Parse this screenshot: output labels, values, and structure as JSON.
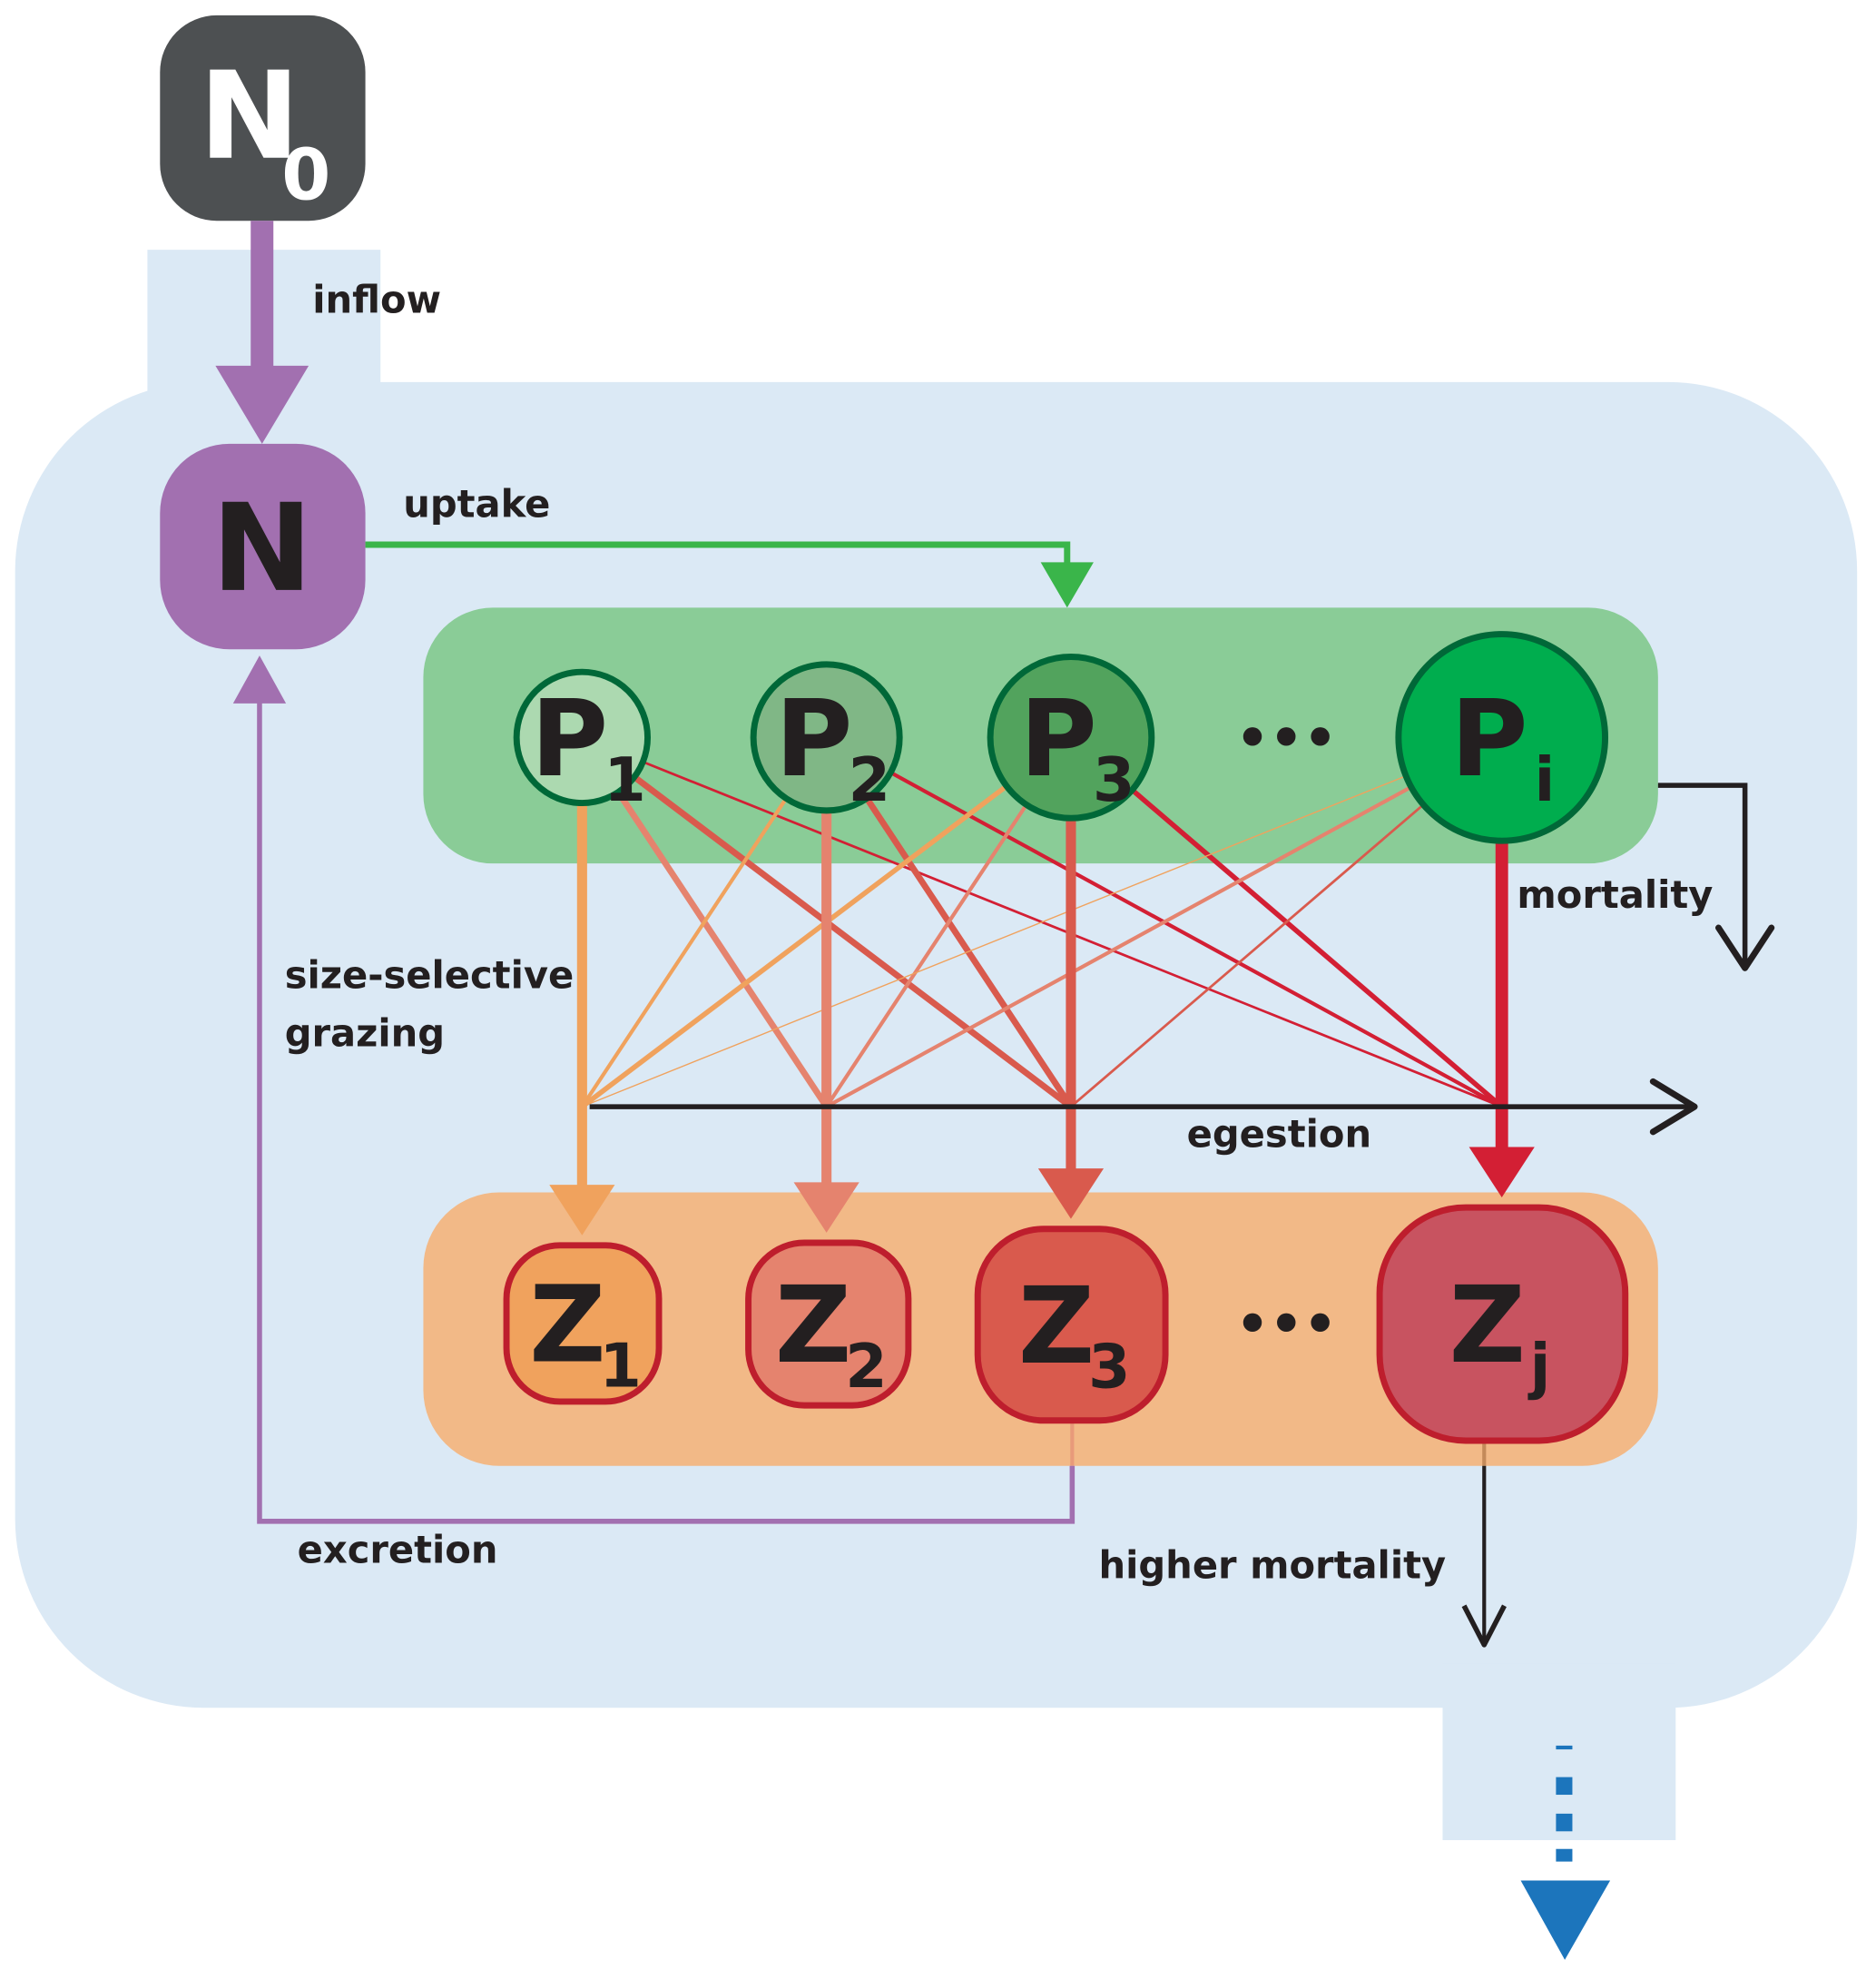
{
  "colors": {
    "background_region": "#dbe9f5",
    "source_box": "#4d5052",
    "nutrient": "#a270b0",
    "uptake": "#3ab54a",
    "phyto_band": "#8acc97",
    "phyto_outline": "#006838",
    "zoo_band": "#f2b987",
    "zoo_outline": "#be1e2d",
    "outflow": "#1c75bc",
    "black_arrow": "#231f20"
  },
  "nodes": {
    "source": {
      "symbol": "N",
      "subscript": "0"
    },
    "nutrient": {
      "symbol": "N"
    },
    "phytoplankton": [
      {
        "symbol": "P",
        "subscript": "1",
        "fill": "#acd9b0"
      },
      {
        "symbol": "P",
        "subscript": "2",
        "fill": "#80b786"
      },
      {
        "symbol": "P",
        "subscript": "3",
        "fill": "#52a35d"
      },
      {
        "symbol": "P",
        "subscript": "i",
        "fill": "#00ad4e"
      }
    ],
    "zooplankton": [
      {
        "symbol": "Z",
        "subscript": "1",
        "fill": "#f0a25d"
      },
      {
        "symbol": "Z",
        "subscript": "2",
        "fill": "#e5836e"
      },
      {
        "symbol": "Z",
        "subscript": "3",
        "fill": "#d95a4d"
      },
      {
        "symbol": "Z",
        "subscript": "j",
        "fill": "#c85360"
      }
    ],
    "ellipsis": "•••"
  },
  "labels": {
    "inflow": "inflow",
    "uptake": "uptake",
    "grazing_line1": "size-selective",
    "grazing_line2": "grazing",
    "mortality": "mortality",
    "egestion": "egestion",
    "excretion": "excretion",
    "higher_mortality": "higher mortality"
  },
  "grazing_colors": [
    "#f0a25d",
    "#e5836e",
    "#d95a4d",
    "#d31f34"
  ]
}
